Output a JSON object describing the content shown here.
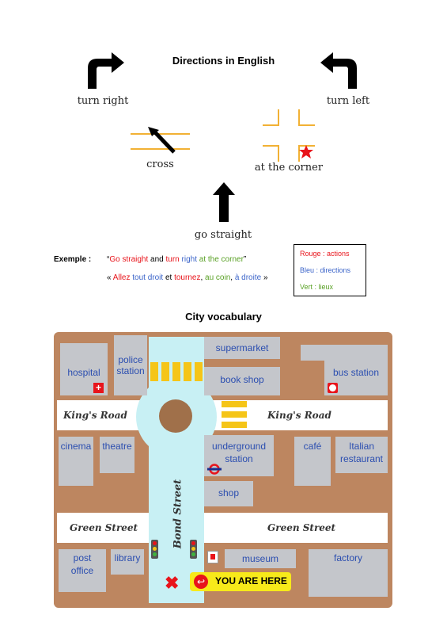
{
  "page_title": "Directions in English",
  "directions": {
    "turn_right": "turn right",
    "turn_left": "turn left",
    "cross": "cross",
    "at_the_corner": "at the corner",
    "go_straight": "go straight"
  },
  "example": {
    "label": "Exemple :",
    "en": {
      "q_open": "“",
      "go_straight": "Go straight",
      "and": " and ",
      "turn": "turn",
      "right": " right",
      "at_the_corner": " at the corner",
      "q_close": "”"
    },
    "fr": {
      "q_open": "« ",
      "allez": "Allez",
      "tout_droit": " tout droit",
      "et": " et ",
      "tournez": "tournez",
      "comma1": ", ",
      "au_coin": "au coin",
      "comma2": ", ",
      "a_droite": "à droite",
      "q_close": " »"
    }
  },
  "legend": {
    "rouge": "Rouge : actions",
    "bleu": "Bleu : directions",
    "vert": "Vert : lieux"
  },
  "colors": {
    "actions": "#e8141b",
    "directions": "#3b64c9",
    "places": "#5aa126"
  },
  "map": {
    "title": "City vocabulary",
    "places": {
      "hospital": "hospital",
      "police_station_1": "police",
      "police_station_2": "station",
      "supermarket": "supermarket",
      "book_shop": "book shop",
      "bus_station": "bus station",
      "cinema": "cinema",
      "theatre": "theatre",
      "underground_1": "underground",
      "underground_2": "station",
      "cafe": "café",
      "italian_1": "Italian",
      "italian_2": "restaurant",
      "shop": "shop",
      "post_office_1": "post",
      "post_office_2": "office",
      "library": "library",
      "museum": "museum",
      "factory": "factory"
    },
    "roads": {
      "kings_road": "King's Road",
      "green_street": "Green Street",
      "bond_street": "Bond Street"
    },
    "you_are_here": "YOU ARE HERE"
  }
}
